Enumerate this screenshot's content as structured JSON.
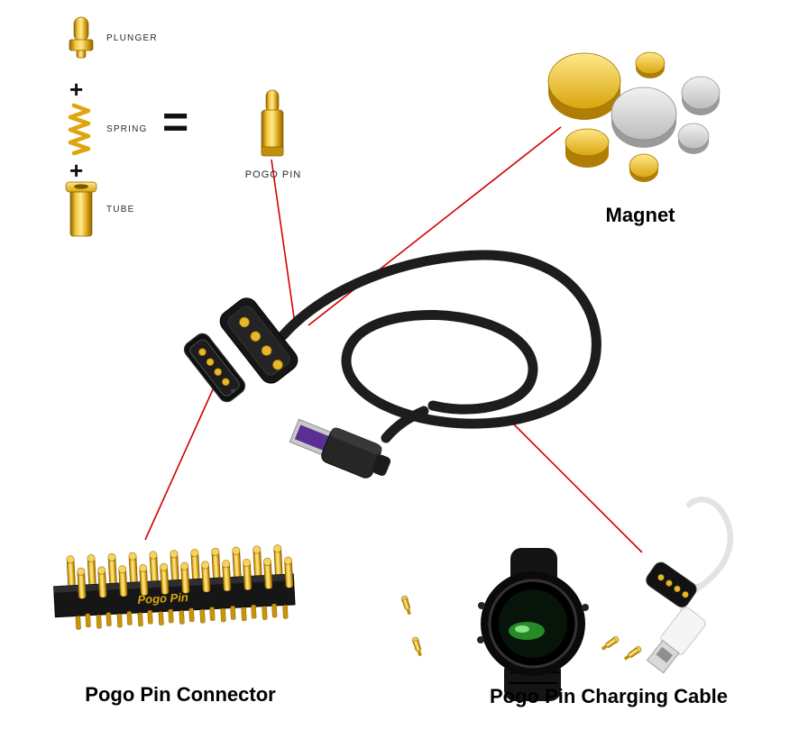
{
  "labels": {
    "plunger": "PLUNGER",
    "spring": "SPRING",
    "tube": "TUBE",
    "pogo_pin": "POGO PIN",
    "magnet": "Magnet",
    "pogo_pin_connector": "Pogo Pin Connector",
    "pogo_pin_charging_cable": "Pogo Pin Charging Cable",
    "plus": "+",
    "equals": "=",
    "connector_engraving": "Pogo Pin"
  },
  "colors": {
    "gold": "#e2a90e",
    "gold_light": "#ffe98e",
    "gold_dark": "#8f6200",
    "silver": "#d6d6d6",
    "cable_black": "#1d1d1d",
    "annotation_red": "#d40000"
  }
}
